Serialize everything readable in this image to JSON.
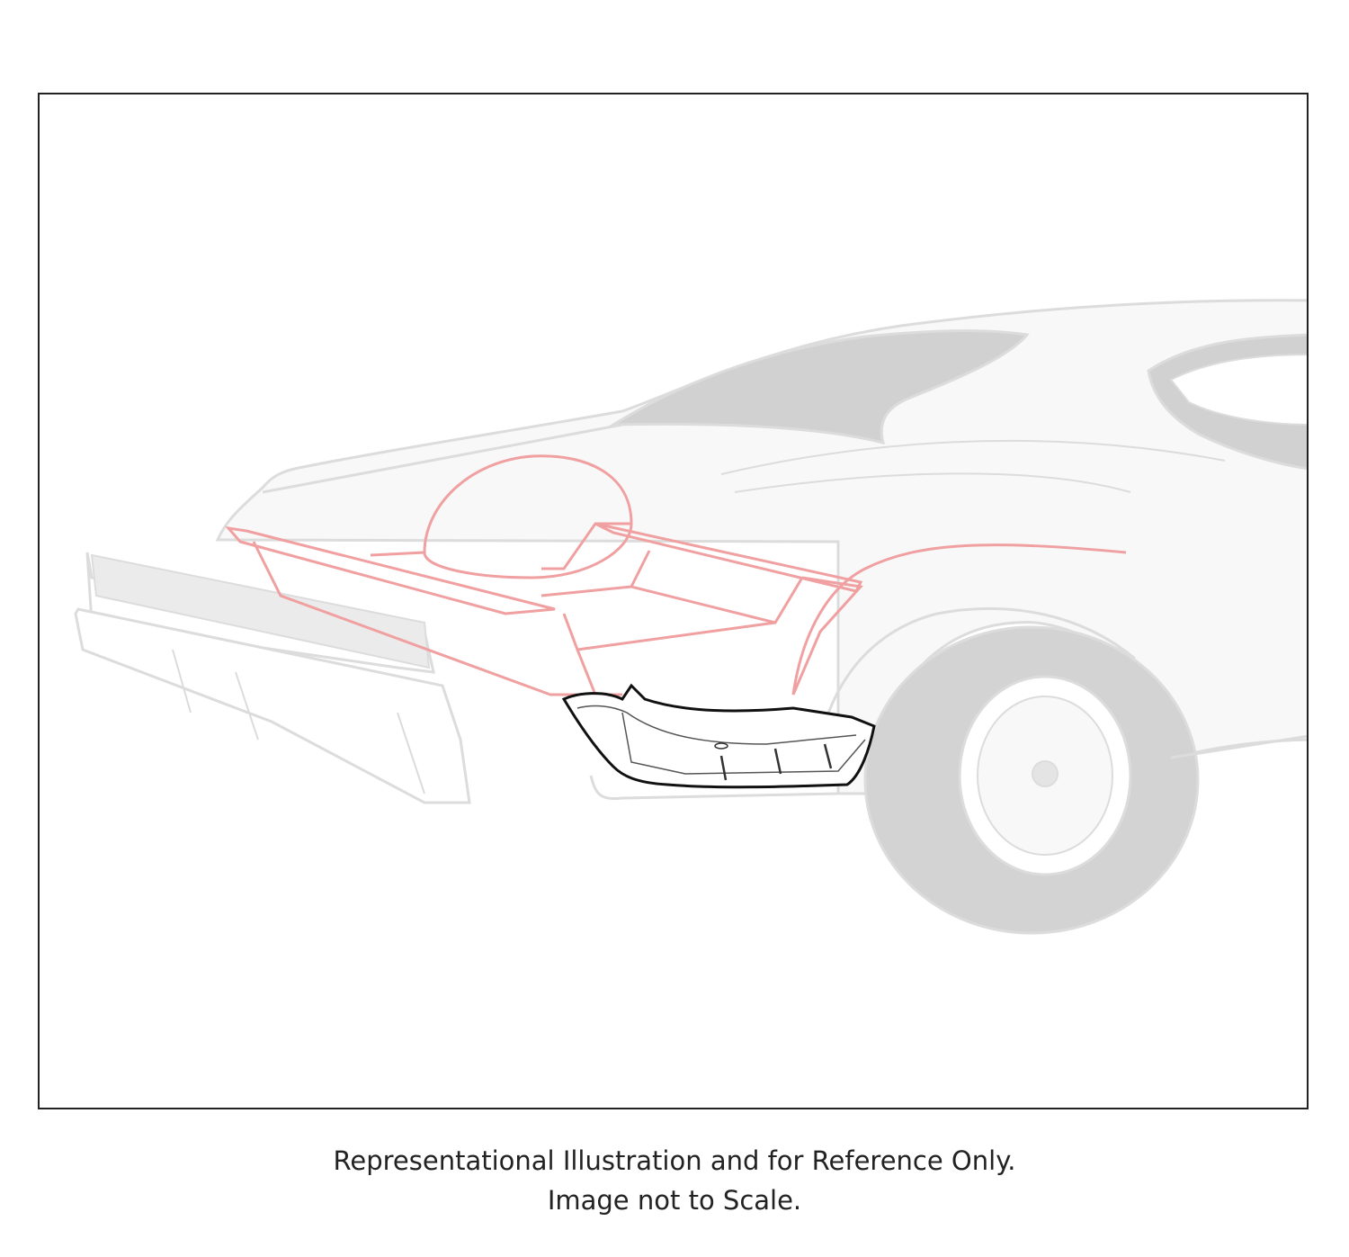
{
  "caption": {
    "line1": "Representational Illustration and for Reference Only.",
    "line2": "Image not to Scale."
  },
  "colors": {
    "frame_border": "#222222",
    "car_outline": "#dcdcdc",
    "car_body_fill": "#f8f8f8",
    "glass_fill": "#d2d1d2",
    "tire_fill": "#d4d3d4",
    "trunk_outline": "#f0a0a0",
    "highlighted_part_outline": "#111111"
  },
  "diagram": {
    "subject": "rear-quarter-car-illustration",
    "highlighted_part": "trunk-drop-off-panel"
  }
}
